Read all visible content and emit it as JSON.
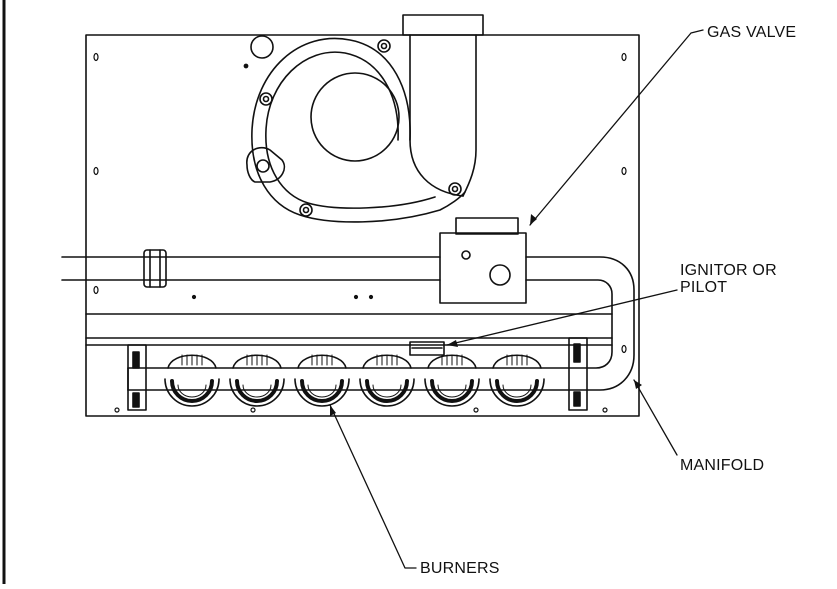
{
  "labels": {
    "gas_valve": "GAS VALVE",
    "ignitor_line1": "IGNITOR OR",
    "ignitor_line2": "PILOT",
    "manifold": "MANIFOLD",
    "burners": "BURNERS"
  },
  "colors": {
    "line": "#111111",
    "background": "#ffffff"
  },
  "burner_count": 6
}
